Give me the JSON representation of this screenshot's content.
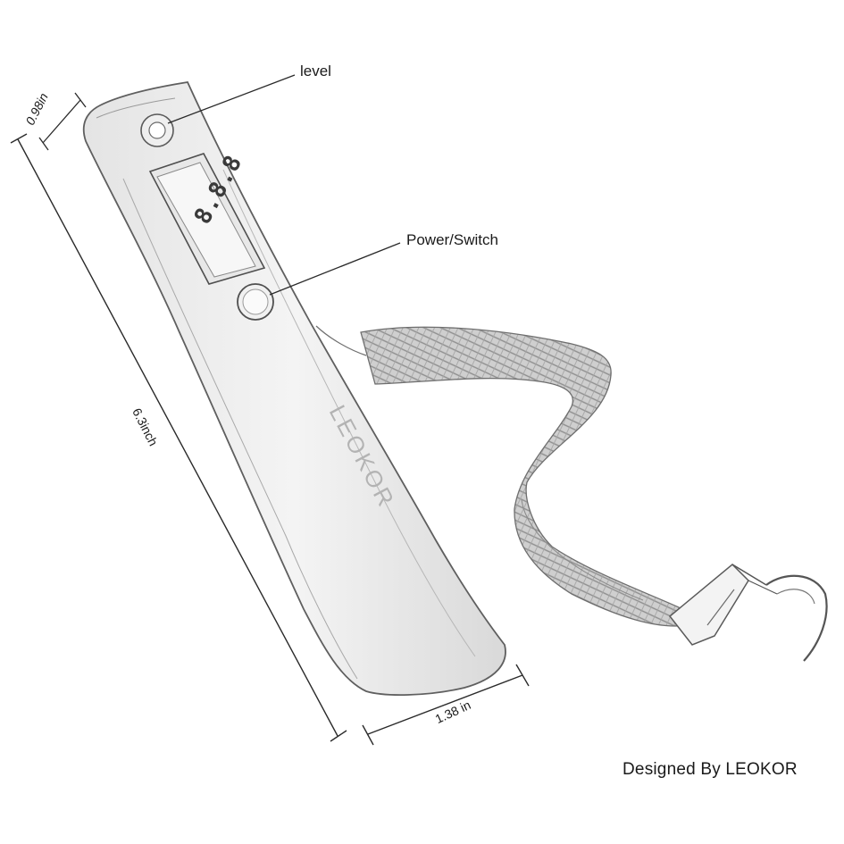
{
  "labels": {
    "level": "level",
    "power_switch": "Power/Switch",
    "designed_by": "Designed By LEOKOR"
  },
  "dimensions": {
    "width": "0.98in",
    "length": "6.3inch",
    "depth": "1.38 in"
  },
  "device": {
    "brand_mark": "LEOKOR",
    "display_readout": "8.8.8"
  }
}
